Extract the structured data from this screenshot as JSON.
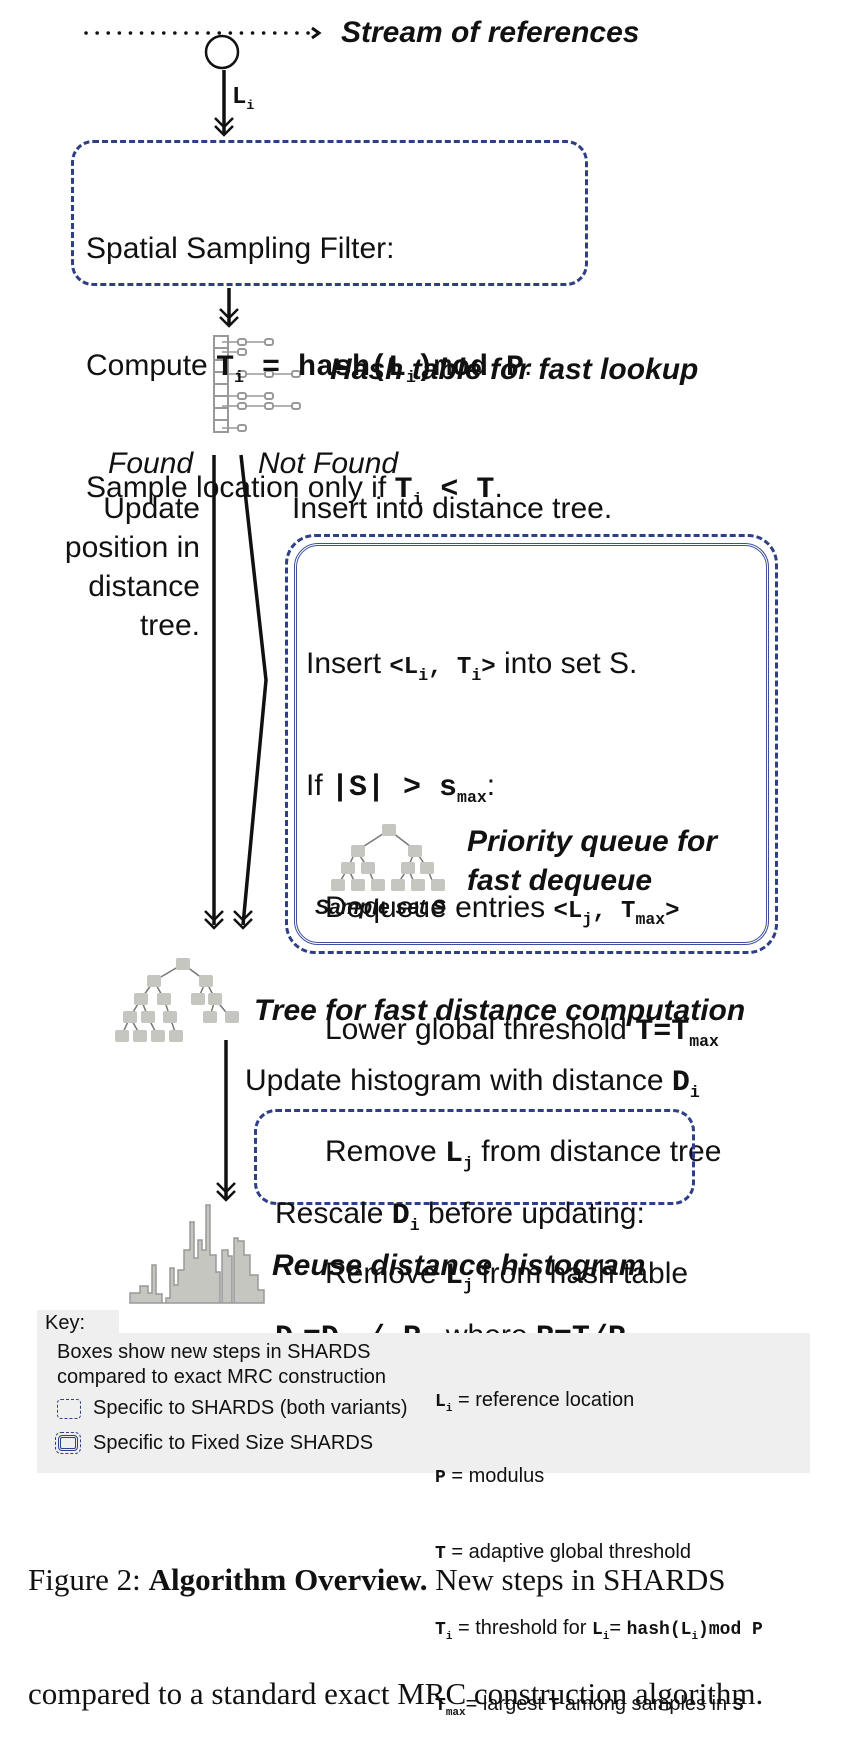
{
  "stream": {
    "label": "Stream of references",
    "arrow_var": "L",
    "arrow_var_sub": "i"
  },
  "filter_box": {
    "title": "Spatial Sampling Filter:",
    "line2_prefix": "Compute ",
    "line2_T": "T",
    "line2_T_sub": "i",
    "line2_eq": " = hash(L",
    "line2_L_sub": "i",
    "line2_rest": ")mod P",
    "line2_end": ".",
    "line3_prefix": "Sample location only if ",
    "line3_T": "T",
    "line3_T_sub": "i",
    "line3_cmp": " < T",
    "line3_end": "."
  },
  "hash_table": {
    "label": "Hash table for fast lookup"
  },
  "branches": {
    "found": "Found",
    "not_found": "Not Found",
    "found_text": [
      "Update",
      "position in",
      "distance",
      "tree."
    ],
    "not_found_text": "Insert into distance tree."
  },
  "fixed_box": {
    "line1_prefix": "Insert ",
    "line1_code_a": "<L",
    "line1_sub_a": "i",
    "line1_code_b": ", T",
    "line1_sub_b": "i",
    "line1_code_c": ">",
    "line1_suffix": " into set S.",
    "line2_prefix": "If ",
    "line2_code": "|S| > s",
    "line2_sub": "max",
    "line2_suffix": ":",
    "line3_prefix": "Dequeue entries ",
    "line3_code_a": "<L",
    "line3_sub_a": "j",
    "line3_code_b": ", T",
    "line3_sub_b": "max",
    "line3_code_c": ">",
    "line4_prefix": "Lower global threshold ",
    "line4_code": "T=T",
    "line4_sub": "max",
    "line5_prefix": "Remove ",
    "line5_code": "L",
    "line5_sub": "j",
    "line5_suffix": " from distance tree",
    "line6_prefix": "Remove ",
    "line6_code": "L",
    "line6_sub": "j",
    "line6_suffix": " from hash table",
    "pq_label_1": "Priority queue for",
    "pq_label_2": "fast dequeue",
    "sample_set_label": "Sample set S"
  },
  "distance_tree": {
    "label": "Tree for fast distance computation"
  },
  "update_hist": {
    "prefix": "Update histogram with distance ",
    "code": "D",
    "sub": "i"
  },
  "rescale_box": {
    "line1_prefix": "Rescale ",
    "line1_code": "D",
    "line1_sub": "i",
    "line1_suffix": " before updating:",
    "line2_code_a": "D",
    "line2_sub_a": "i",
    "line2_code_b": "=D",
    "line2_sub_b": "i",
    "line2_code_c": " / R",
    "line2_mid": ",  where ",
    "line2_code_d": "R=T/P",
    "line2_end": "."
  },
  "histogram": {
    "label": "Reuse distance histogram"
  },
  "key": {
    "title": "Key:",
    "desc_1": "Boxes show new steps in SHARDS",
    "desc_2": "compared to exact MRC construction",
    "legend_single": "Specific to SHARDS (both variants)",
    "legend_double": "Specific to Fixed Size SHARDS",
    "defs": [
      {
        "sym": "L",
        "sub": "i",
        "text": " = reference location"
      },
      {
        "sym": "P",
        "sub": "",
        "text": " = modulus"
      },
      {
        "sym": "T",
        "sub": "",
        "text": " = adaptive global threshold"
      },
      {
        "sym": "T",
        "sub": "i",
        "text": " = threshold for ",
        "code": "L",
        "code_sub": "i",
        "text2": "= ",
        "code2": "hash(L",
        "code2_sub": "i",
        "code2_end": ")mod P"
      },
      {
        "sym": "T",
        "sub": "max",
        "text": "= largest ",
        "code": "T",
        "text2": " among samples in ",
        "code2": "S"
      }
    ]
  },
  "caption": {
    "prefix": "Figure 2: ",
    "bold": "Algorithm Overview.",
    "rest_1": " New steps in SHARDS",
    "rest_2": "compared to a standard exact MRC construction algorithm."
  },
  "colors": {
    "box_border": "#2e3f86",
    "icon_gray": "#c6c6c0",
    "key_bg": "#efefef"
  }
}
